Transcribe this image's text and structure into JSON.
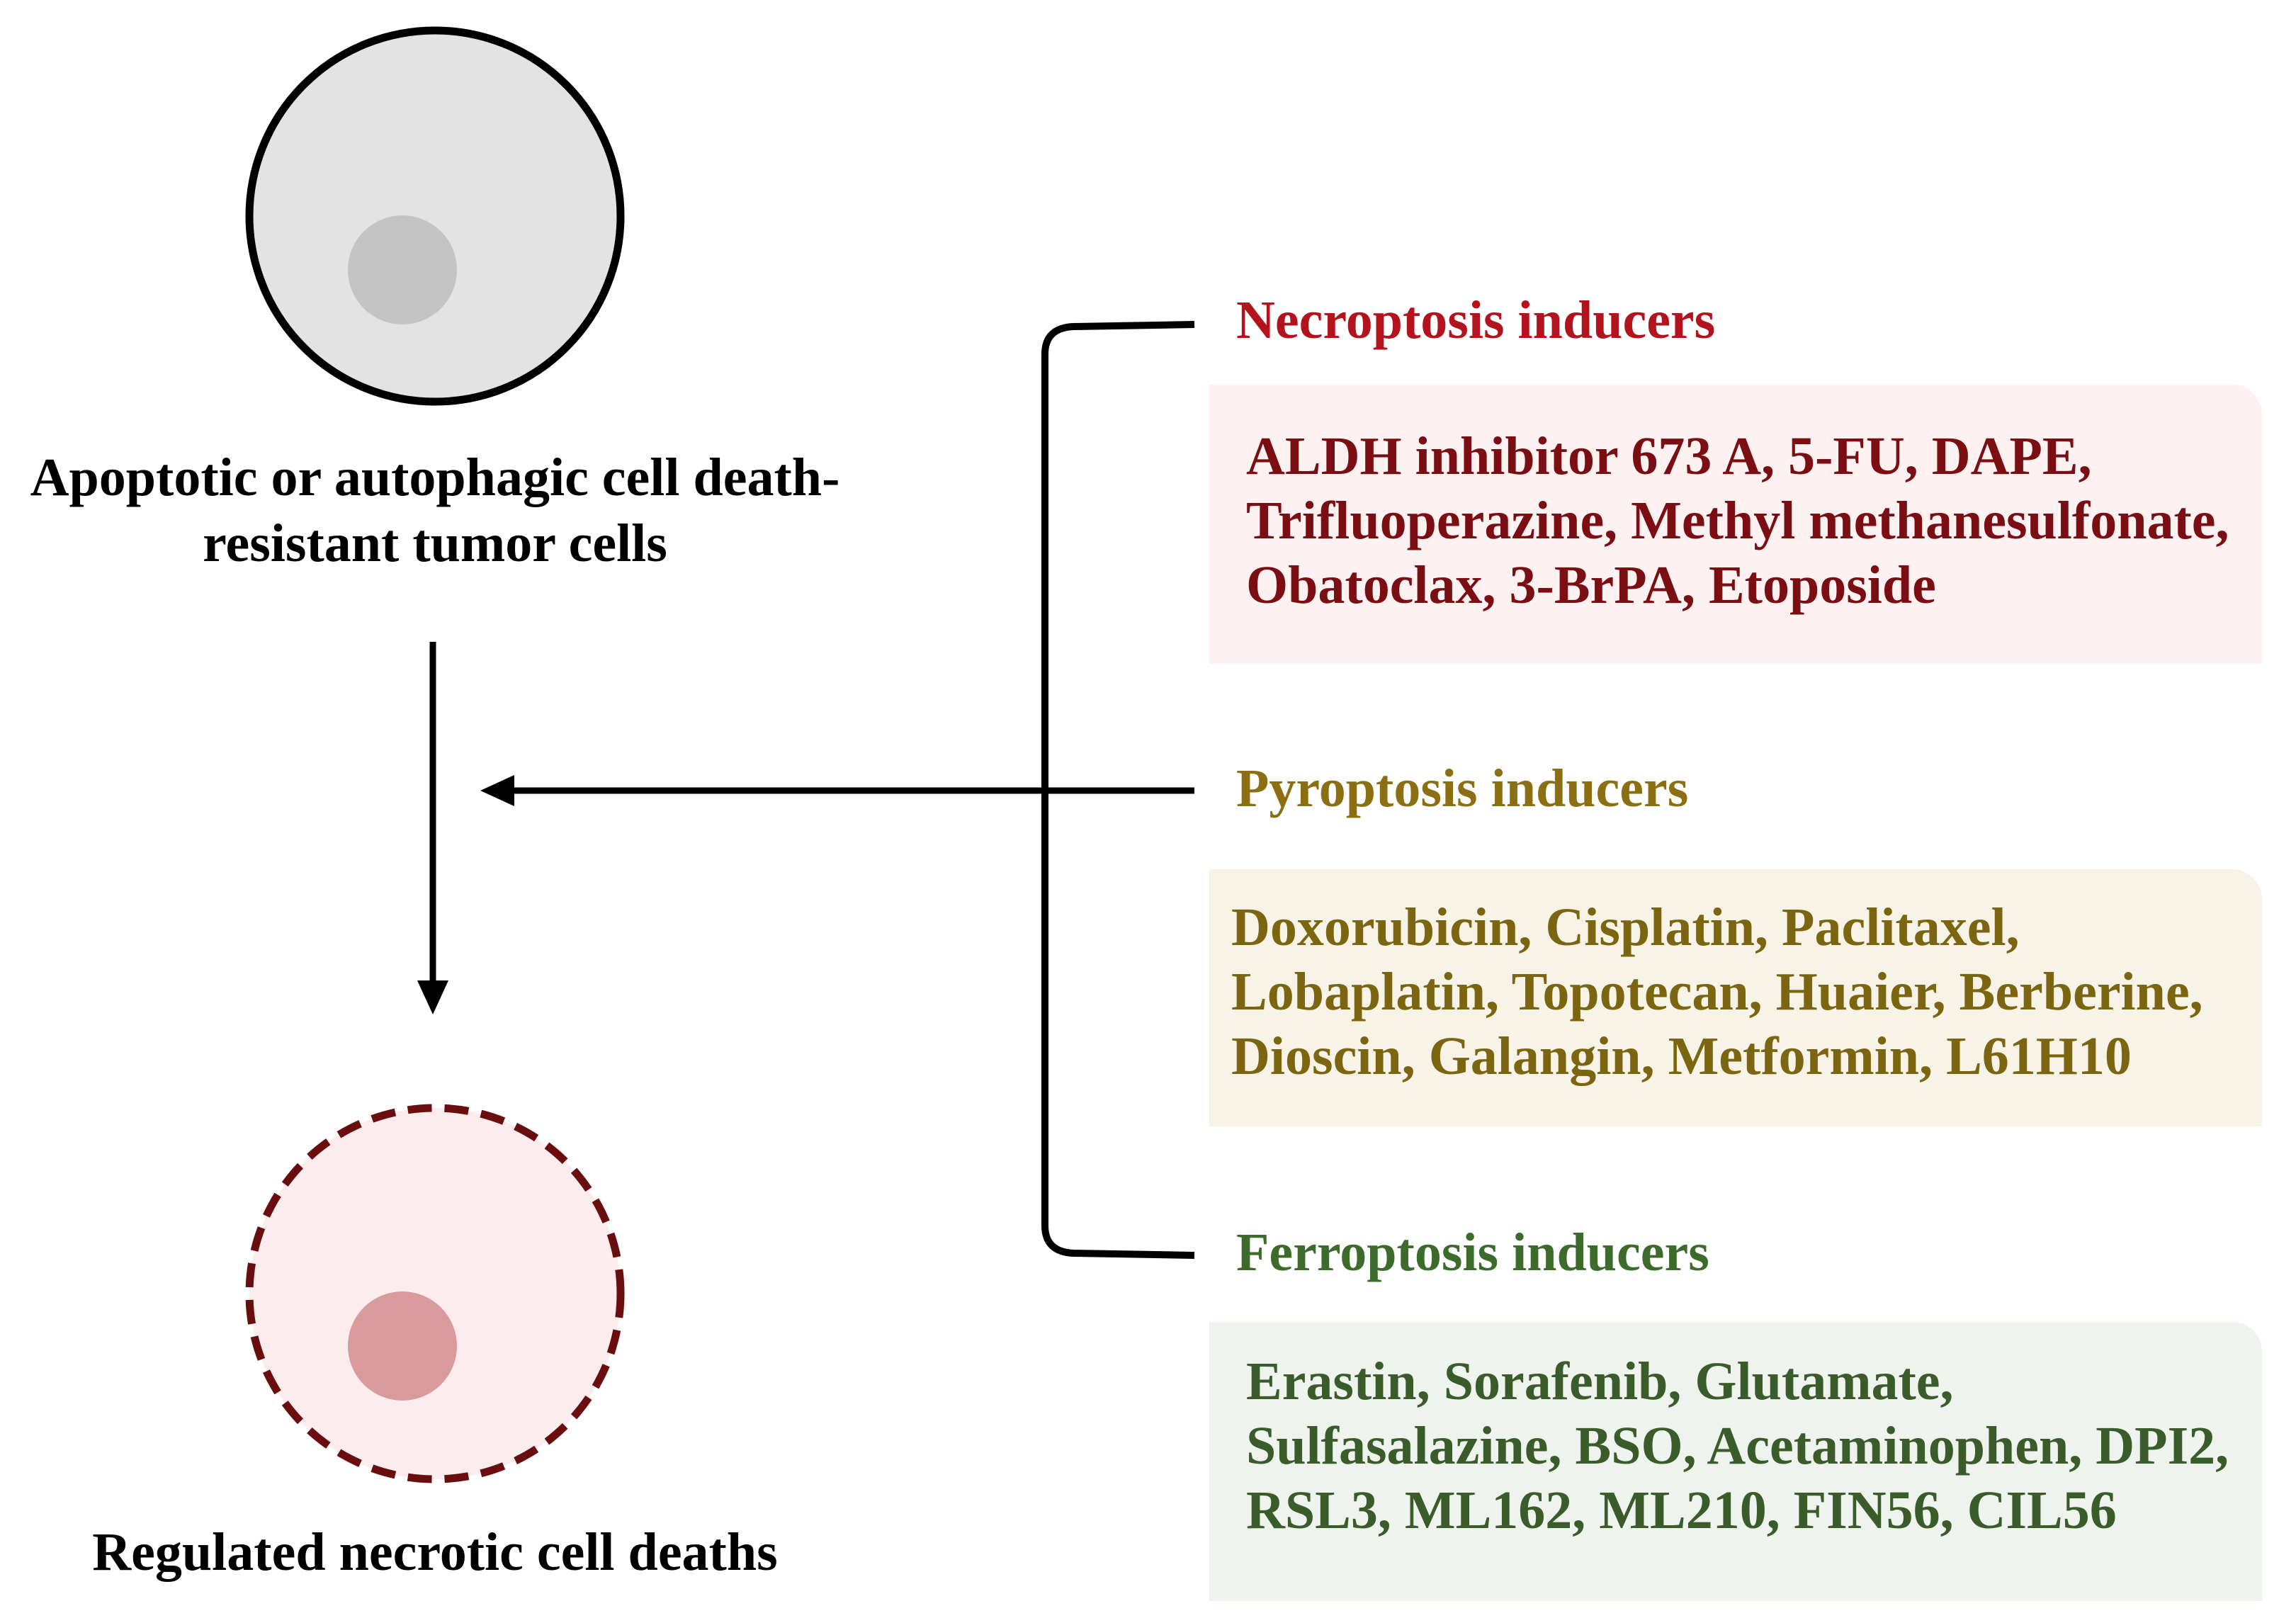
{
  "resistant_cell": {
    "label_lines": [
      "Apoptotic or autophagic cell death-",
      "resistant tumor cells"
    ],
    "fill_color": "#e3e3e3",
    "outline_color": "#000000",
    "nucleus_color": "#c4c4c4"
  },
  "necrotic_cell": {
    "label": "Regulated necrotic cell deaths",
    "fill_color": "#fdeced",
    "outline_color": "#6a0d0f",
    "nucleus_color": "#d99a9c"
  },
  "inducers": [
    {
      "label": "Necroptosis inducers",
      "label_color": "#b3131c",
      "box_color": "#fdf1f1",
      "text_color": "#7a0e12",
      "drugs": [
        "ALDH inhibitor 673 A, 5-FU, DAPE,",
        "Trifluoperazine, Methyl methanesulfonate,",
        "Obatoclax, 3-BrPA, Etoposide"
      ]
    },
    {
      "label": "Pyroptosis inducers",
      "label_color": "#8c6f12",
      "box_color": "#f7f3e6",
      "text_color": "#7c6510",
      "drugs": [
        "Doxorubicin, Cisplatin, Paclitaxel,",
        "Lobaplatin, Topotecan, Huaier, Berberine,",
        "Dioscin, Galangin, Metformin, L61H10"
      ]
    },
    {
      "label": "Ferroptosis inducers",
      "label_color": "#3d6b2c",
      "box_color": "#eff3ee",
      "text_color": "#3a5b2a",
      "drugs": [
        "Erastin, Sorafenib, Glutamate,",
        "Sulfasalazine, BSO, Acetaminophen, DPI2,",
        "RSL3, ML162, ML210, FIN56, CIL56"
      ]
    }
  ]
}
